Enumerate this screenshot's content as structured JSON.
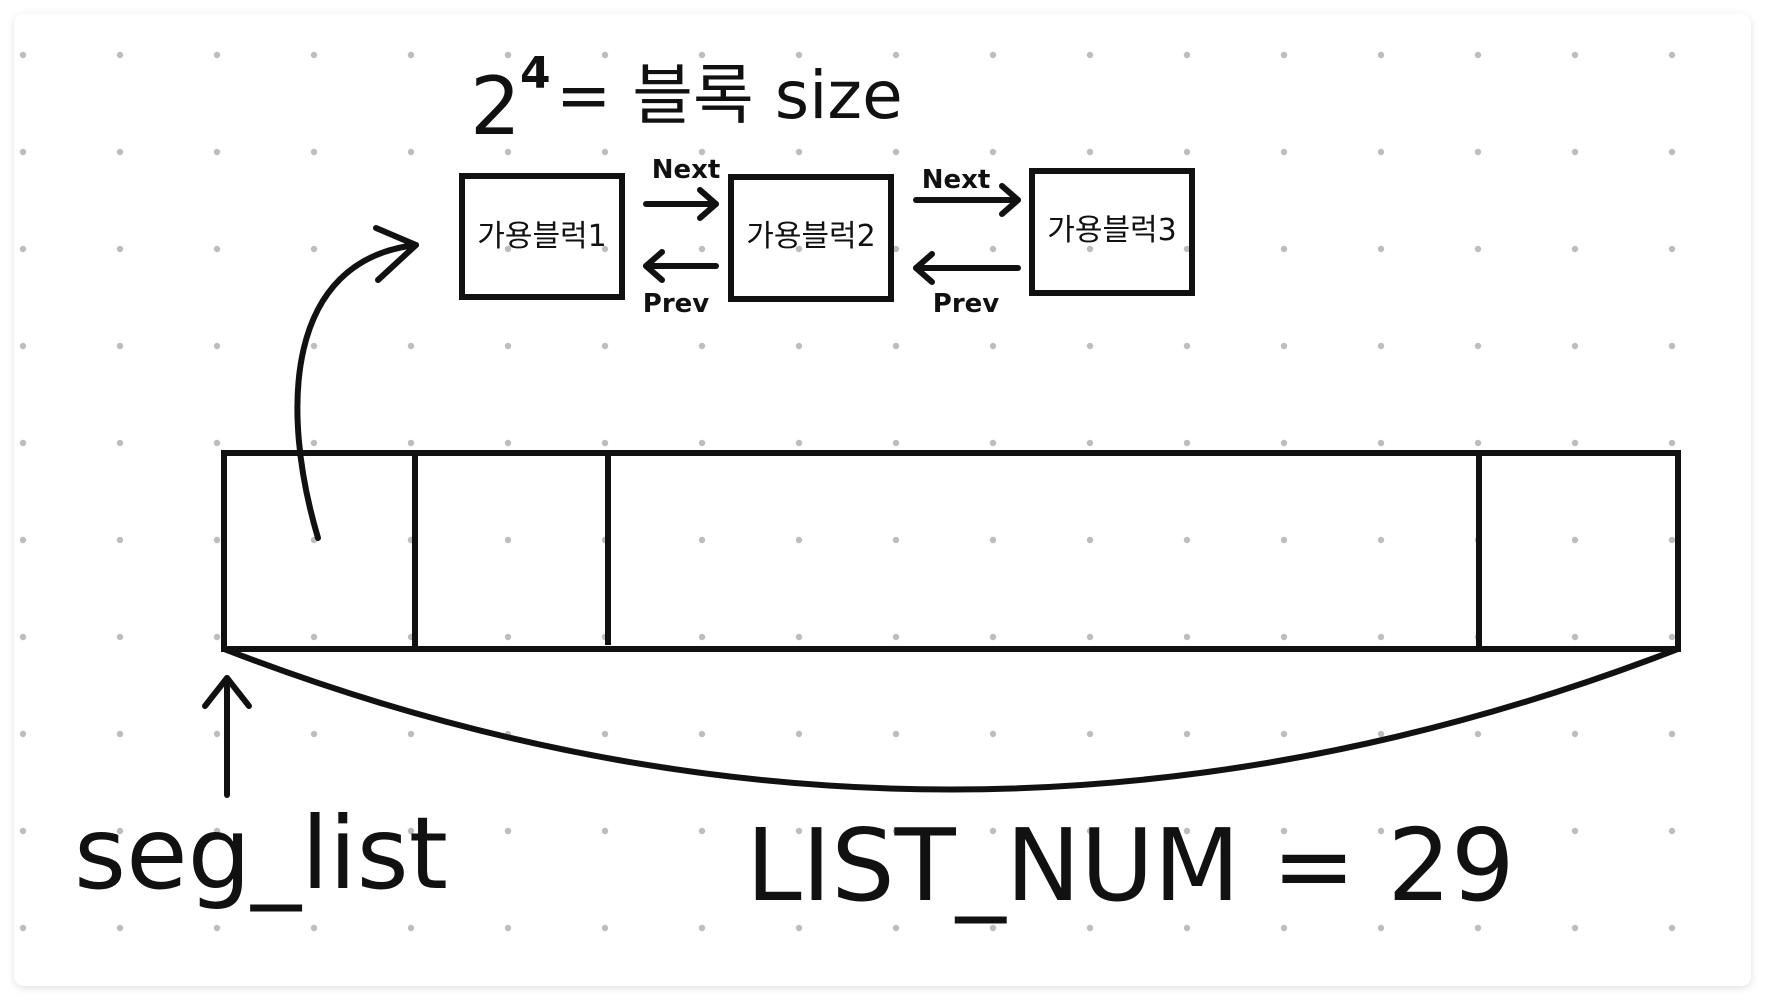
{
  "diagram": {
    "title": {
      "base": "2",
      "exponent": "4",
      "rest": "= 블록 size"
    },
    "blocks": [
      {
        "label": "가용블럭1"
      },
      {
        "label": "가용블럭2"
      },
      {
        "label": "가용블럭3"
      }
    ],
    "links": {
      "next_label": "Next",
      "prev_label": "Prev"
    },
    "array": {
      "name": "seg_list",
      "length_label": "LIST_NUM = 29"
    }
  }
}
